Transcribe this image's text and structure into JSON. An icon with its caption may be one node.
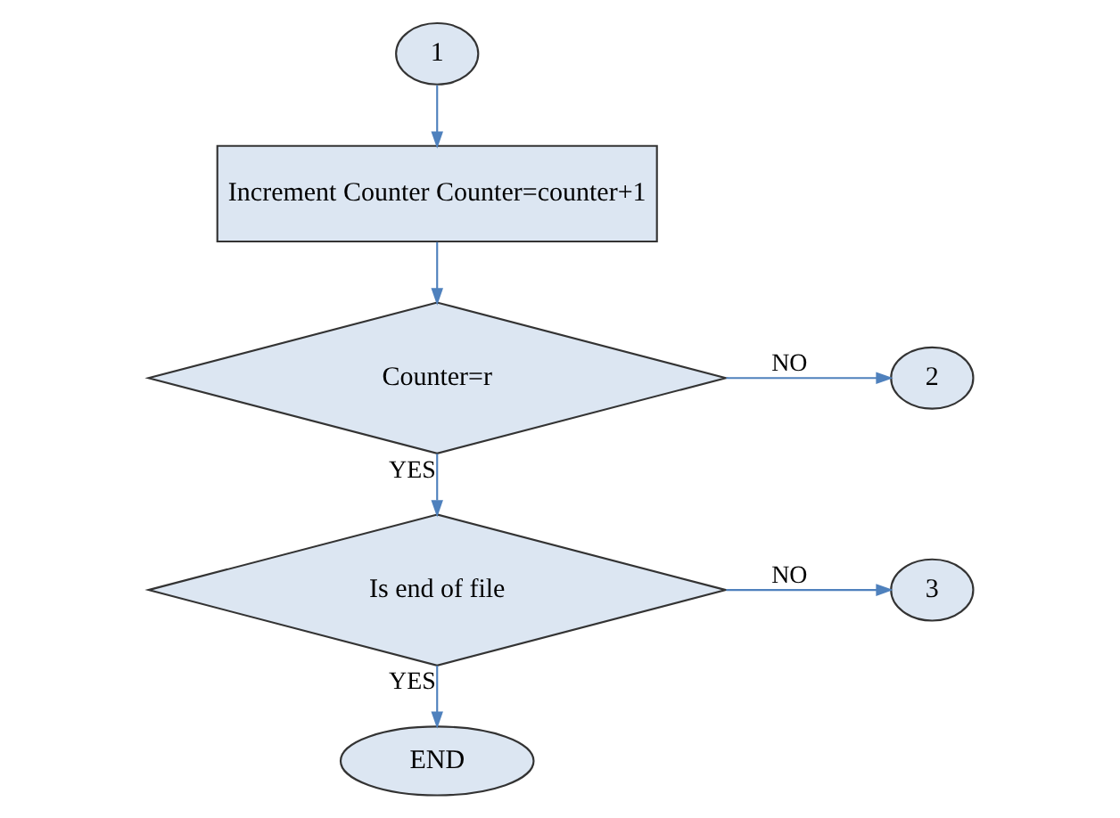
{
  "diagram": {
    "nodes": [
      {
        "text": [
          "1"
        ]
      },
      {
        "text": [
          "Increment Counter Counter=counter+1"
        ]
      },
      {
        "text": [
          "Counter=r"
        ]
      },
      {
        "text": [
          "2"
        ]
      },
      {
        "text": [
          "Is end of file"
        ]
      },
      {
        "text": [
          "3"
        ]
      },
      {
        "text": [
          "END"
        ]
      }
    ],
    "edges": [
      {
        "from": 0,
        "to": 1,
        "arrow": "to"
      },
      {
        "from": 1,
        "to": 2,
        "arrow": "to"
      },
      {
        "from": 2,
        "to": 3,
        "label": "NO",
        "arrow": "to"
      },
      {
        "from": 2,
        "to": 4,
        "label": "YES",
        "arrow": "to"
      },
      {
        "from": 4,
        "to": 5,
        "label": "NO",
        "arrow": "to"
      },
      {
        "from": 4,
        "to": 6,
        "label": "YES",
        "arrow": "to"
      }
    ]
  }
}
